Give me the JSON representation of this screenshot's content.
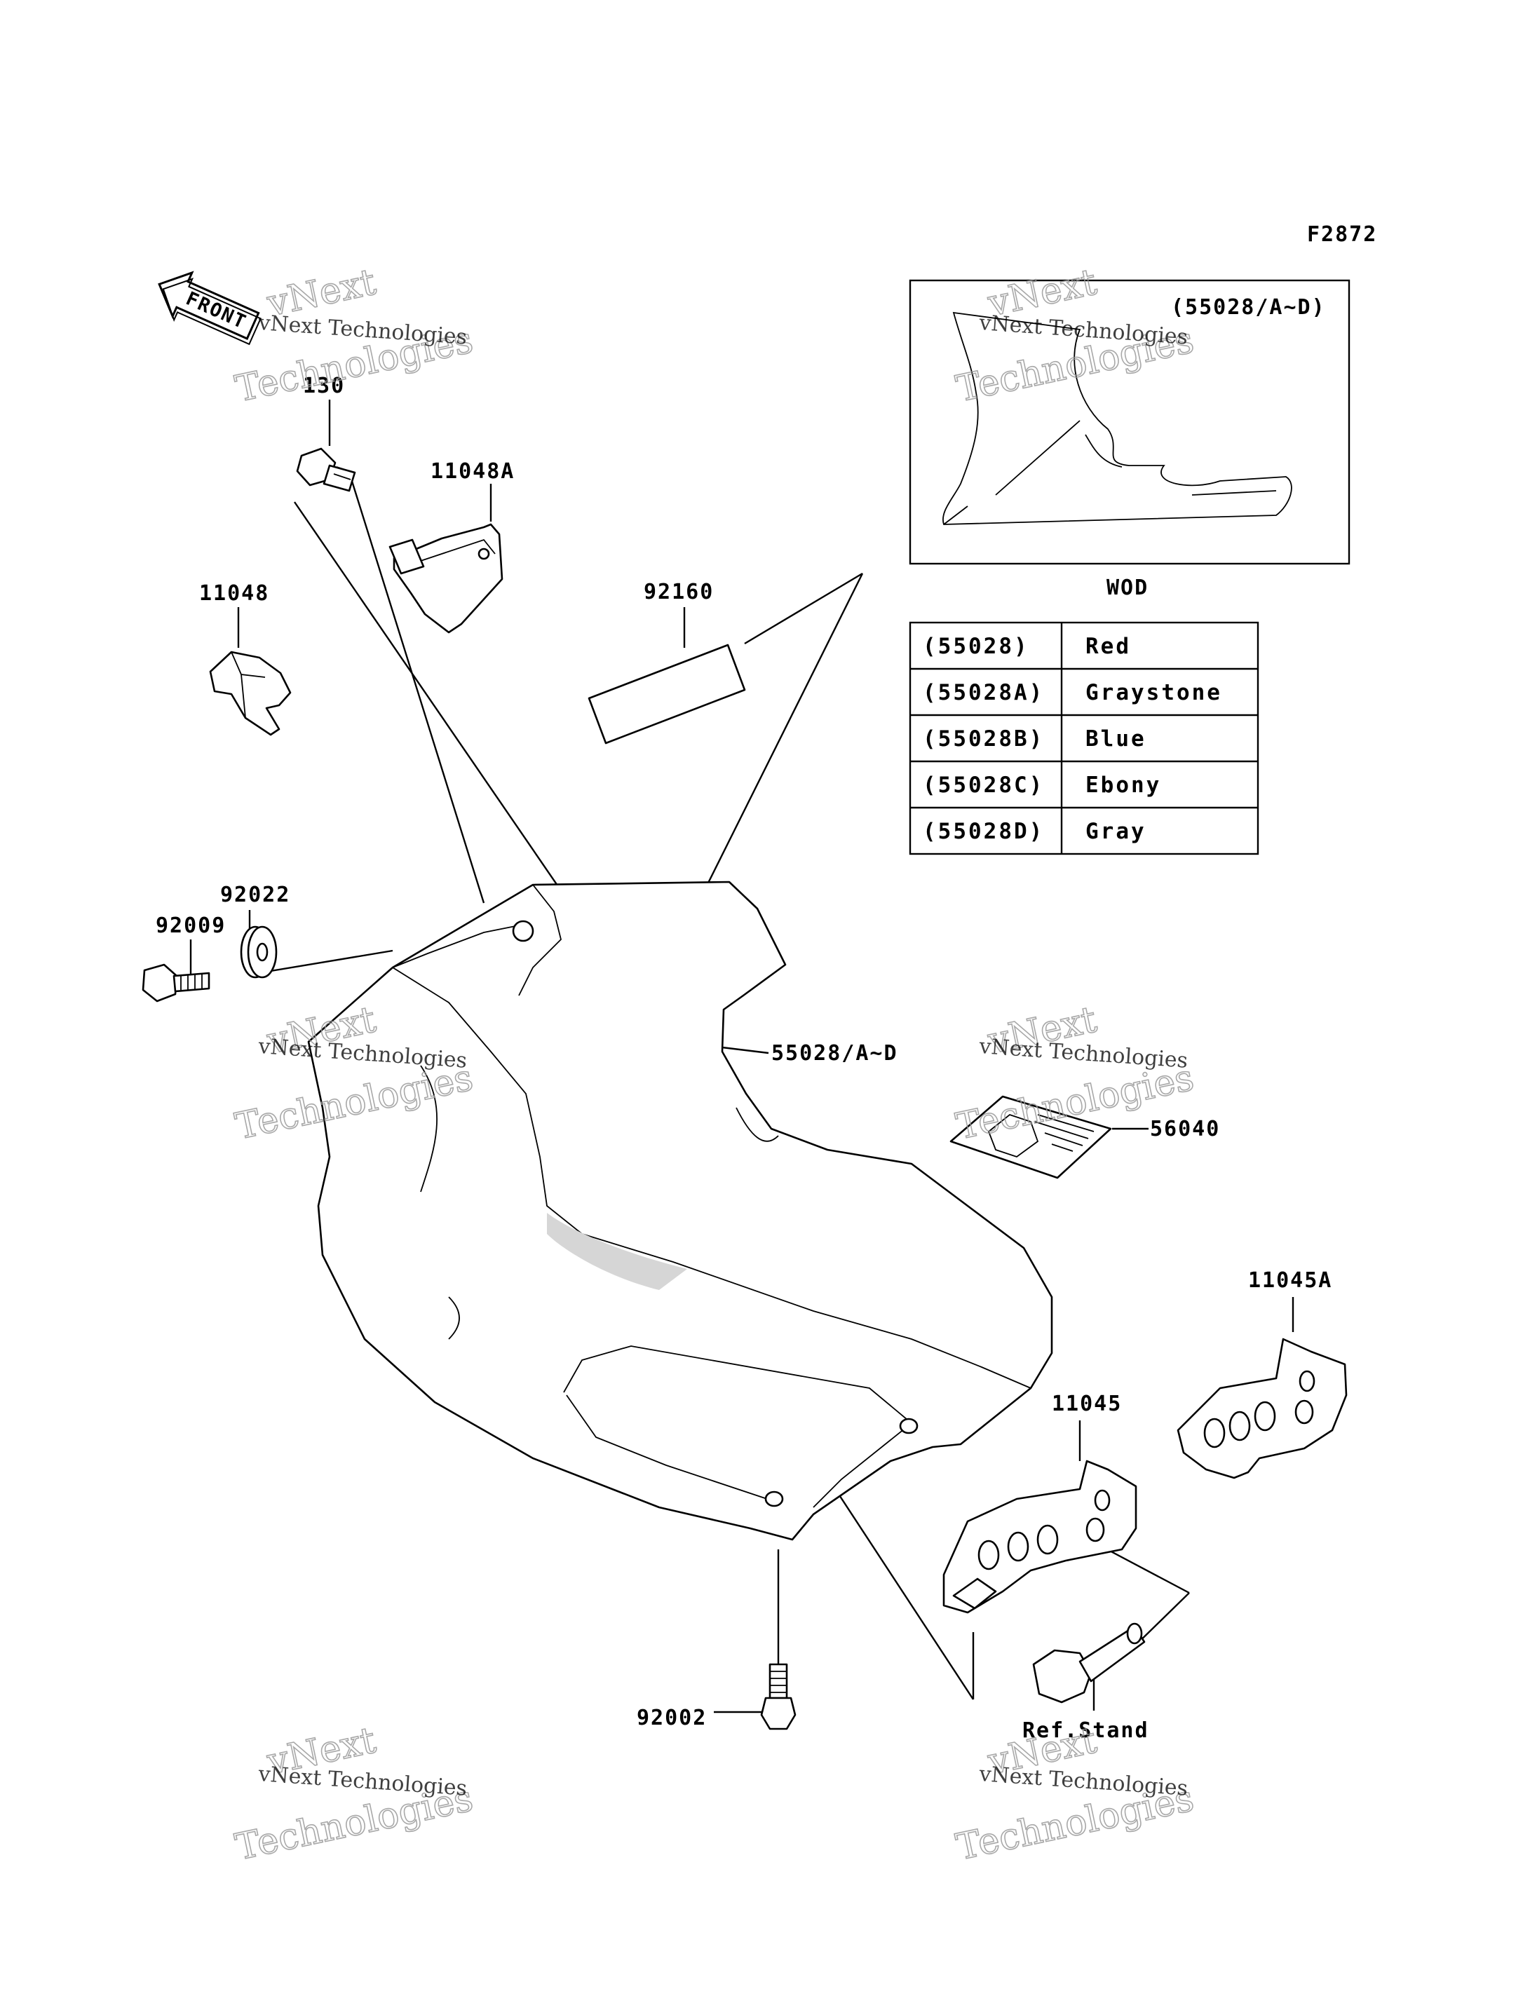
{
  "figure_code": "F2872",
  "front_badge": "FRONT",
  "callouts": {
    "c130": "130",
    "c11048a": "11048A",
    "c11048": "11048",
    "c92160": "92160",
    "c92022": "92022",
    "c92009": "92009",
    "c55028": "55028/A~D",
    "c56040": "56040",
    "c11045a": "11045A",
    "c11045": "11045",
    "c92002": "92002",
    "ref_stand": "Ref.Stand"
  },
  "inset": {
    "label": "(55028/A~D)",
    "caption": "WOD"
  },
  "color_table": {
    "rows": [
      {
        "code": "(55028)",
        "color": "Red"
      },
      {
        "code": "(55028A)",
        "color": "Graystone"
      },
      {
        "code": "(55028B)",
        "color": "Blue"
      },
      {
        "code": "(55028C)",
        "color": "Ebony"
      },
      {
        "code": "(55028D)",
        "color": "Gray"
      }
    ]
  },
  "watermark": {
    "line1": "vNext",
    "line2": "vNext Technologies",
    "line3": "Technologies"
  }
}
